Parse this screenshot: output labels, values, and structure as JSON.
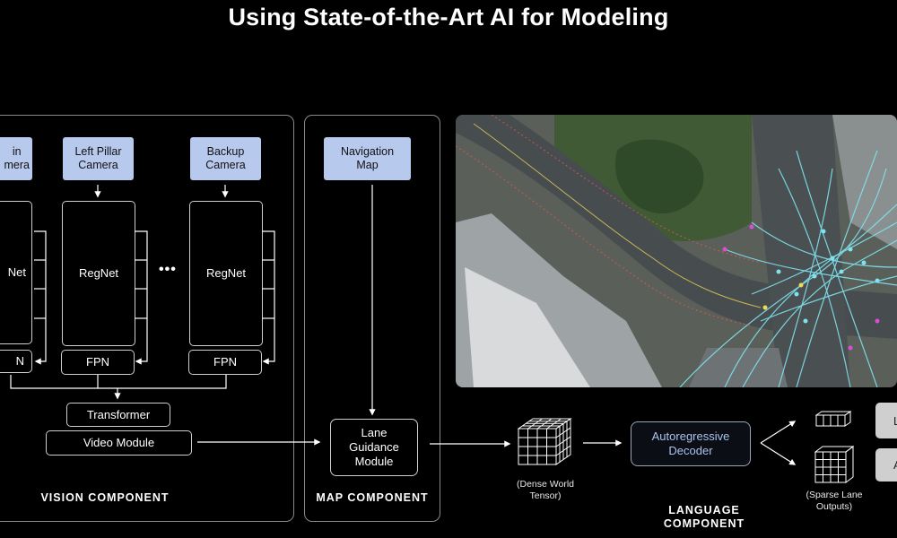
{
  "title": "Using State-of-the-Art AI for Modeling",
  "vision": {
    "section_label": "VISION COMPONENT",
    "cameras": [
      {
        "label": "Main\nCamera",
        "visible": "in\nmera"
      },
      {
        "label": "Left Pillar\nCamera"
      },
      {
        "label": "Backup\nCamera"
      }
    ],
    "backbone_partial": "Net",
    "backbone_label": "RegNet",
    "fpn_partial": "N",
    "fpn_label": "FPN",
    "ellipsis": "•••",
    "transformer_label": "Transformer",
    "video_module_label": "Video Module"
  },
  "map": {
    "section_label": "MAP COMPONENT",
    "nav_map_label": "Navigation\nMap",
    "lane_guidance_label": "Lane\nGuidance\nModule"
  },
  "language": {
    "section_label": "LANGUAGE\nCOMPONENT",
    "dense_tensor_caption": "(Dense World\nTensor)",
    "decoder_label": "Autoregressive\nDecoder",
    "sparse_caption": "(Sparse Lane\nOutputs)",
    "output_partial_top": "L",
    "output_partial_bottom": "A"
  },
  "colors": {
    "camera_fill": "#b8c9ee",
    "decoder_text": "#a9c4f0",
    "lane_overlay": "#7fe3ee"
  }
}
